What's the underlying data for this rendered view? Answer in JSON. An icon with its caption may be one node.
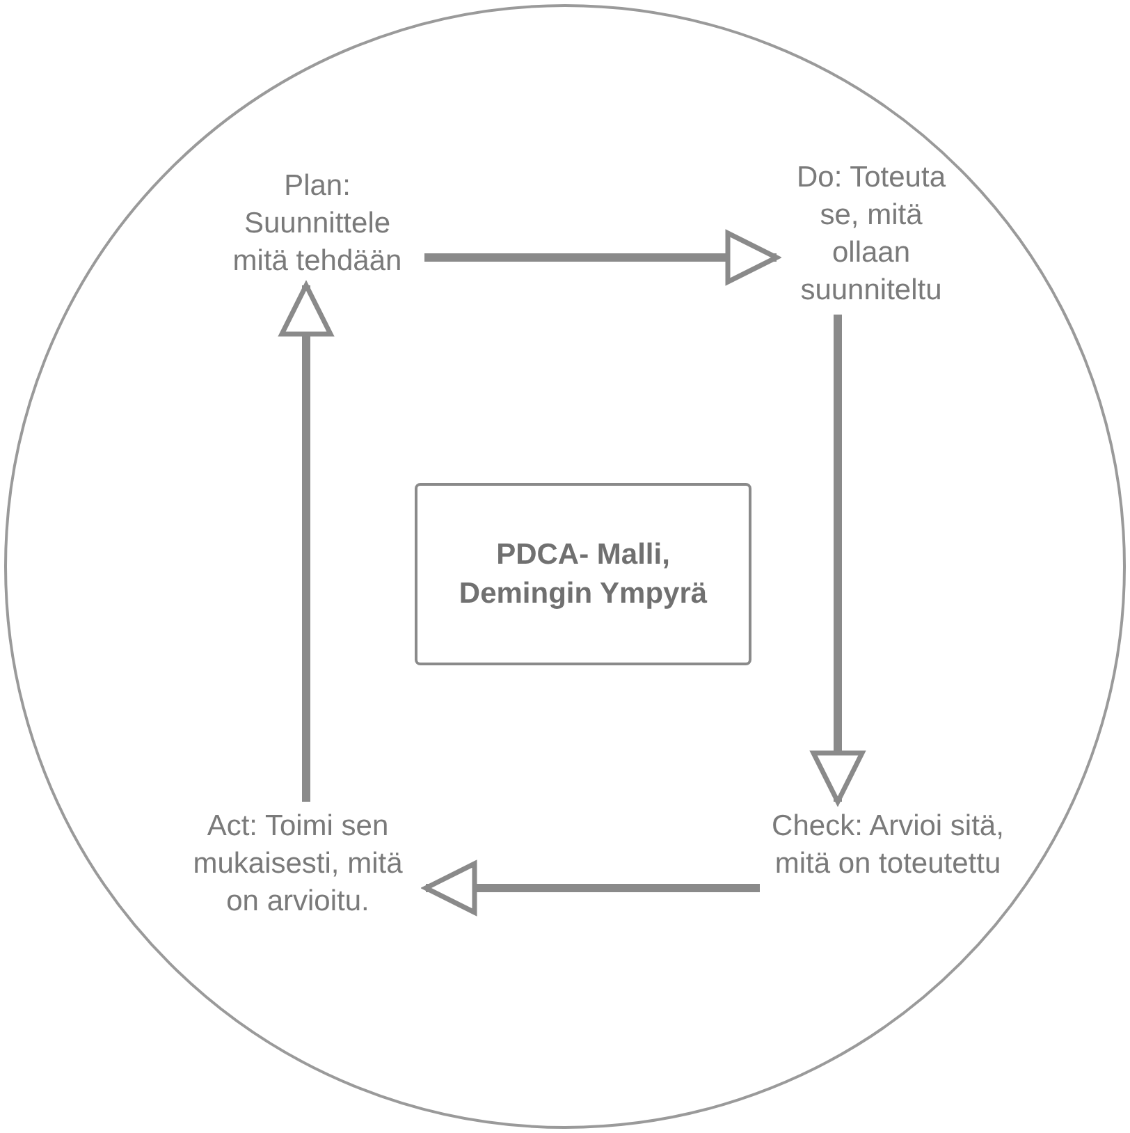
{
  "diagram": {
    "nodes": [
      {
        "text": [],
        "shape": "circle"
      },
      {
        "text": [
          "Plan: Suunnittele mitä tehdään"
        ],
        "in": 0
      },
      {
        "text": [
          "Do: Toteuta se, mitä ollaan suunniteltu"
        ],
        "in": 0
      },
      {
        "text": [
          "PDCA- Malli, Demingin Ympyrä"
        ],
        "in": 0
      },
      {
        "text": [
          "Check: Arvioi sitä, mitä on toteutettu"
        ],
        "in": 0
      },
      {
        "text": [
          "Act: Toimi sen mukaisesti, mitä on arvioitu."
        ],
        "in": 0
      }
    ],
    "edges": [
      {
        "from": 1,
        "to": 2,
        "arrow": "to"
      },
      {
        "from": 2,
        "to": 4,
        "arrow": "to"
      },
      {
        "from": 4,
        "to": 5,
        "arrow": "to"
      },
      {
        "from": 5,
        "to": 1,
        "arrow": "to"
      }
    ]
  }
}
